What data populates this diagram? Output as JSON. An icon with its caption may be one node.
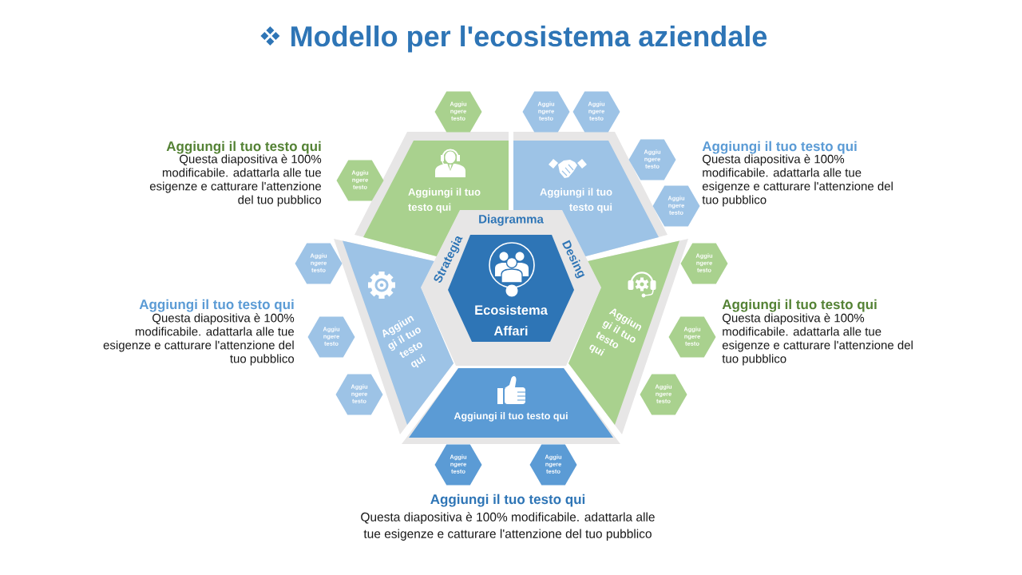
{
  "diagram": {
    "title": "Modello per l'ecosistema aziendale",
    "nodes": [
      {
        "text": [
          "Aggiu ngere testo"
        ]
      },
      {
        "text": [
          "Aggiu ngere testo"
        ]
      },
      {
        "text": [
          "Aggiu ngere testo"
        ]
      },
      {
        "text": [
          "Aggiungi il tuo testo qui"
        ]
      },
      {
        "text": [
          "Aggiungi il tuo testo qui"
        ]
      },
      {
        "text": [
          "Aggiu ngere testo"
        ]
      },
      {
        "text": [
          "Aggiu ngere testo"
        ]
      },
      {
        "text": [
          "Aggiu ngere testo"
        ]
      },
      {
        "text": [
          "Diagramma",
          "Strategia",
          "Desing"
        ]
      },
      {
        "text": [
          "Ecosistema Affari"
        ],
        "in": 8
      },
      {
        "text": [
          "Aggiu ngere testo"
        ]
      },
      {
        "text": [
          "Aggiu ngere testo"
        ]
      },
      {
        "text": [
          "Aggiun gi il tuo testo qui"
        ]
      },
      {
        "text": [
          "Aggiun gi il tuo testo qui"
        ]
      },
      {
        "text": [
          "Aggiu ngere testo"
        ]
      },
      {
        "text": [
          "Aggiu ngere testo"
        ]
      },
      {
        "text": [
          "Aggiu ngere testo"
        ]
      },
      {
        "text": [
          "Aggiu ngere testo"
        ]
      },
      {
        "text": [
          "Aggiungi il tuo testo qui"
        ]
      },
      {
        "text": [
          "Aggiu ngere testo"
        ]
      },
      {
        "text": [
          "Aggiu ngere testo"
        ]
      }
    ],
    "labels": [
      "Aggiungi il tuo testo qui",
      "Questa diapositiva è 100% modificabile. adattarla alle tue esigenze e catturare l'attenzione del tuo pubblico",
      "Aggiungi il tuo testo qui",
      "Questa diapositiva è 100% modificabile. adattarla alle tue esigenze e catturare l'attenzione del tuo pubblico",
      "Aggiungi il tuo testo qui",
      "Questa diapositiva è 100% modificabile. adattarla alle tue esigenze e catturare l'attenzione del tuo pubblico",
      "Aggiungi il tuo testo qui",
      "Questa diapositiva è 100% modificabile. adattarla alle tue esigenze e catturare l'attenzione del tuo pubblico",
      "Aggiungi il tuo testo qui",
      "Questa diapositiva è 100% modificabile. adattarla alle tue esigenze e catturare l'attenzione del tuo pubblico"
    ]
  }
}
